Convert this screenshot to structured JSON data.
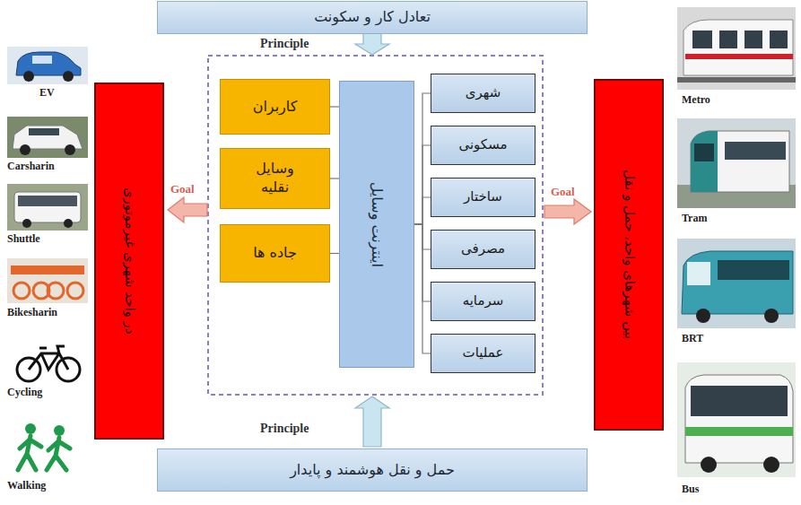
{
  "diagram": {
    "nodes": [
      {
        "text": [
          "تعادل کار و سکونت"
        ]
      },
      {
        "text": [
          "کاربران"
        ]
      },
      {
        "text": [
          "وسایل نقلیه"
        ]
      },
      {
        "text": [
          "جاده ها"
        ]
      },
      {
        "text": [
          "اینترنت وسایل"
        ]
      },
      {
        "text": [
          "شهری"
        ]
      },
      {
        "text": [
          "مسکونی"
        ]
      },
      {
        "text": [
          "ساختار"
        ]
      },
      {
        "text": [
          "مصرفی"
        ]
      },
      {
        "text": [
          "سرمایه"
        ]
      },
      {
        "text": [
          "عملیات"
        ]
      },
      {
        "text": [
          "در واحد شهری غیرموتوری"
        ]
      },
      {
        "text": [
          "بین شهرهای واحد، حمل و نقل"
        ]
      },
      {
        "text": [
          "حمل و نقل هوشمند و پایدار"
        ]
      }
    ],
    "edges": [
      {
        "from": 1,
        "to": 4,
        "arrow": "none"
      },
      {
        "from": 2,
        "to": 4,
        "arrow": "none"
      },
      {
        "from": 3,
        "to": 4,
        "arrow": "none"
      },
      {
        "from": 4,
        "to": 5,
        "arrow": "none"
      },
      {
        "from": 4,
        "to": 6,
        "arrow": "none"
      },
      {
        "from": 4,
        "to": 7,
        "arrow": "none"
      },
      {
        "from": 4,
        "to": 8,
        "arrow": "none"
      },
      {
        "from": 4,
        "to": 9,
        "arrow": "none"
      },
      {
        "from": 4,
        "to": 10,
        "arrow": "none"
      }
    ],
    "labels": [
      "Principle",
      "Principle",
      "Goal",
      "Goal",
      "EV",
      "Carsharin",
      "Shuttle",
      "Bikesharin",
      "Cycling",
      "Walking",
      "Metro",
      "Tram",
      "BRT",
      "Bus"
    ]
  }
}
